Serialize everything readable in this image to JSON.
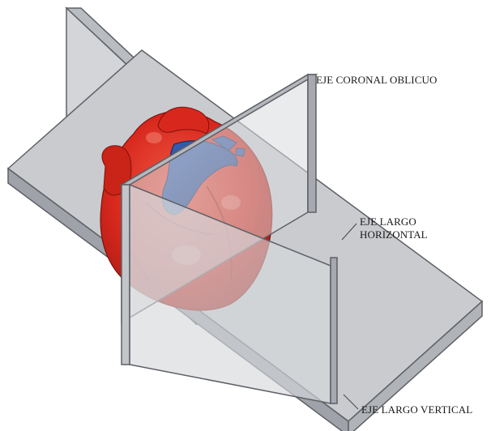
{
  "labels": {
    "coronal_oblique": "EJE CORONAL OBLICUO",
    "long_horizontal": [
      "EJE LARGO",
      "HORIZONTAL"
    ],
    "long_vertical": "EJE LARGO VERTICAL"
  },
  "colors": {
    "plane_fill": "#c9cbcf",
    "plane_edge": "#5e6066",
    "heart": "#d8281d",
    "vessel": "#1d3f8c"
  }
}
